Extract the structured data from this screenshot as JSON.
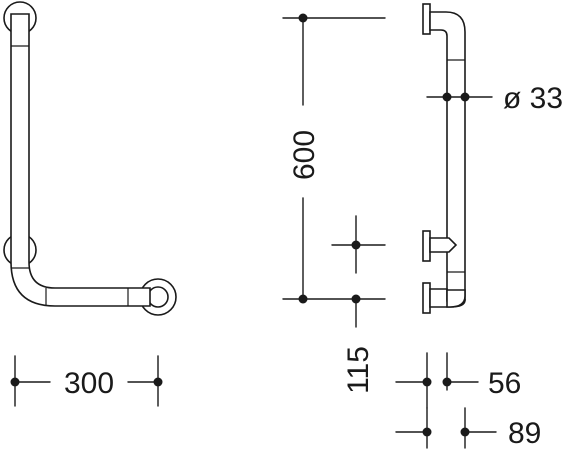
{
  "dimensions": {
    "width_label": "300",
    "height_label": "600",
    "offset_label": "115",
    "diameter_label": "ø 33",
    "projection_label": "56",
    "depth_label": "89"
  },
  "colors": {
    "line": "#1a1a1a",
    "background": "#ffffff"
  }
}
